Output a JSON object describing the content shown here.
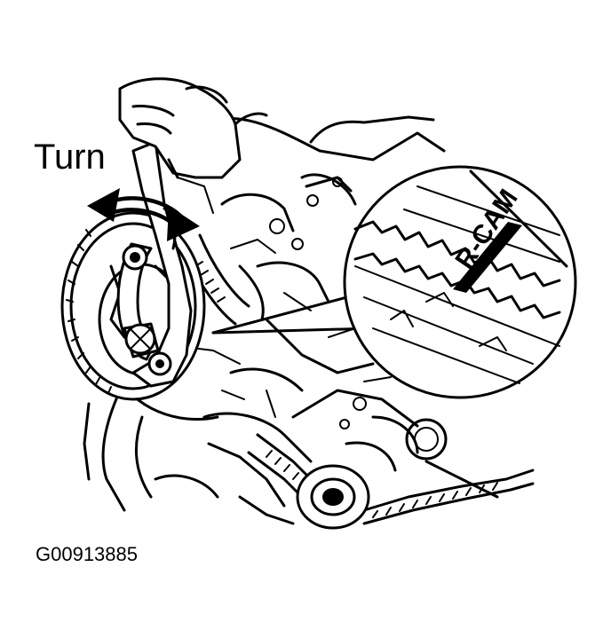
{
  "labels": {
    "turn": "Turn",
    "callout": "R-CAM"
  },
  "figure_id": "G00913885",
  "colors": {
    "ink": "#000000",
    "paper": "#ffffff"
  }
}
